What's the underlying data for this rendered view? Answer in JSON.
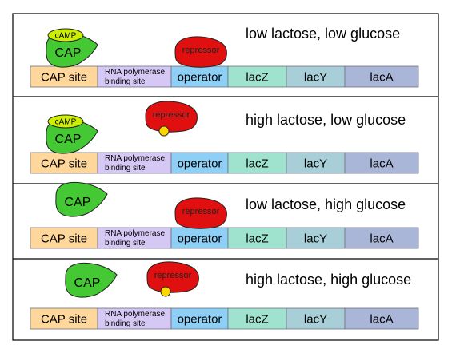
{
  "labels": {
    "cap_site": "CAP site",
    "rnap_line1": "RNA polymerase",
    "rnap_line2": "binding site",
    "operator": "operator",
    "lacZ": "lacZ",
    "lacY": "lacY",
    "lacA": "lacA",
    "cap": "CAP",
    "camp": "cAMP",
    "repressor": "repressor"
  },
  "panels": [
    {
      "title": "low lactose, low glucose",
      "camp_bound": true,
      "cap_on_dna": true,
      "repressor_on_operator": true,
      "repressor_has_lactose": false
    },
    {
      "title": "high lactose, low glucose",
      "camp_bound": true,
      "cap_on_dna": true,
      "repressor_on_operator": false,
      "repressor_has_lactose": true
    },
    {
      "title": "low lactose, high glucose",
      "camp_bound": false,
      "cap_on_dna": false,
      "repressor_on_operator": true,
      "repressor_has_lactose": false
    },
    {
      "title": "high lactose, high glucose",
      "camp_bound": false,
      "cap_on_dna": false,
      "repressor_on_operator": false,
      "repressor_has_lactose": true
    }
  ],
  "colors": {
    "cap_site": "#ffd79a",
    "rnap_site": "#d6c8f5",
    "operator": "#8dcff5",
    "lacZ": "#9fe3cf",
    "lacY": "#a8cfd8",
    "lacA": "#a9b6d8",
    "cap": "#44c833",
    "camp": "#ccf000",
    "repressor": "#e01010",
    "lactose": "#ffd600"
  }
}
